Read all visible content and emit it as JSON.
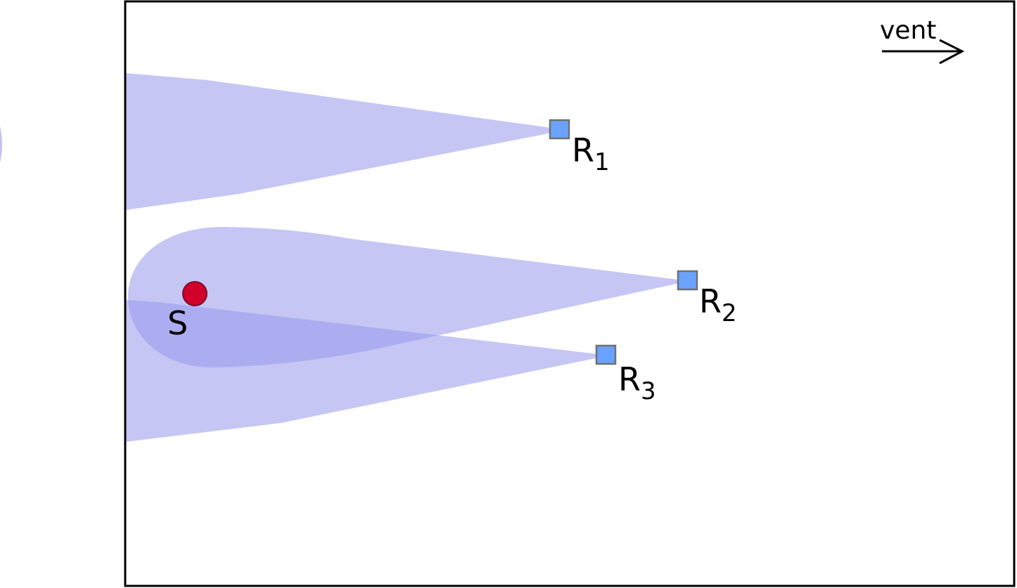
{
  "wind": {
    "label": "vent"
  },
  "source": {
    "label": "S",
    "color": "#d0002a"
  },
  "receptors": [
    {
      "letter": "R",
      "index": "1"
    },
    {
      "letter": "R",
      "index": "2"
    },
    {
      "letter": "R",
      "index": "3"
    }
  ],
  "colors": {
    "plume": "#9898ec",
    "receptor": "#6aa3ff",
    "receptor_border": "#707070",
    "frame": "#000000",
    "text": "#000000"
  }
}
